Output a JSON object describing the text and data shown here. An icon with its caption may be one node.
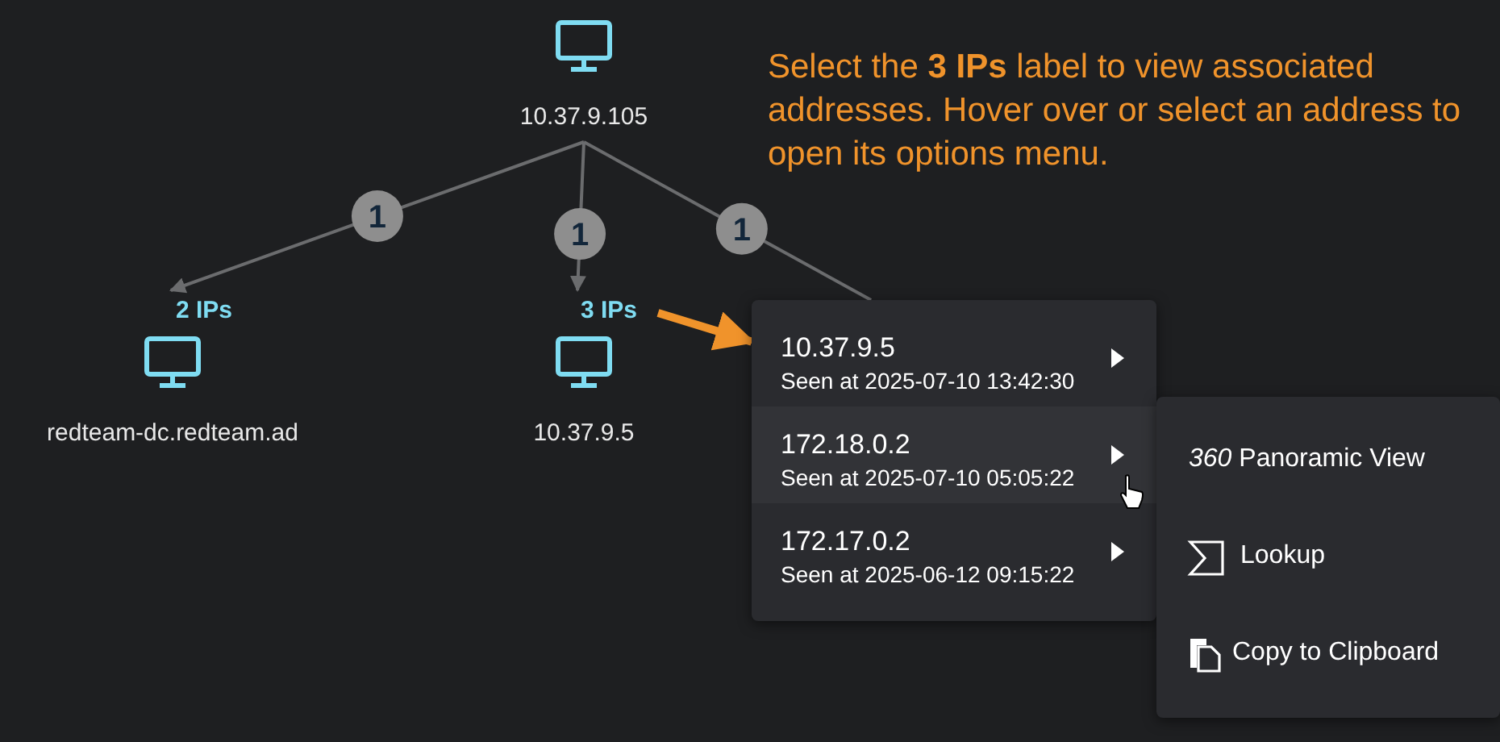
{
  "diagram": {
    "nodes": [
      {
        "text": [
          "10.37.9.105"
        ]
      },
      {
        "text": [
          "redteam-dc.redteam.ad"
        ],
        "beside": [
          "2 IPs"
        ]
      },
      {
        "text": [
          "10.37.9.5"
        ],
        "beside": [
          "3 IPs"
        ]
      },
      {
        "text": [],
        "shape": "box"
      },
      {
        "text": [
          "10.37.9.5",
          "Seen at 2025-07-10 13:42:30"
        ],
        "in": 3
      },
      {
        "text": [
          "172.18.0.2",
          "Seen at 2025-07-10 05:05:22"
        ],
        "in": 3
      },
      {
        "text": [
          "172.17.0.2",
          "Seen at 2025-06-12 09:15:22"
        ],
        "in": 3
      },
      {
        "text": [],
        "shape": "box"
      },
      {
        "text": [
          "*360* Panoramic View"
        ],
        "in": 7
      },
      {
        "text": [
          "Lookup"
        ],
        "in": 7
      },
      {
        "text": [
          "Copy to Clipboard"
        ],
        "in": 7
      }
    ],
    "edges": [
      {
        "from": 0,
        "to": 1,
        "arrow": "to",
        "label": "1"
      },
      {
        "from": 0,
        "to": 2,
        "arrow": "to",
        "label": "1"
      },
      {
        "from": 0,
        "to": 3,
        "arrow": "none",
        "label": "1"
      },
      {
        "from": null,
        "to": 4,
        "arrow": "to",
        "style": "thick",
        "color": "#f0932b"
      }
    ],
    "labels": [
      "Select the **3 IPs** label to view associated addresses. Hover over or select an address to open its options menu."
    ]
  }
}
